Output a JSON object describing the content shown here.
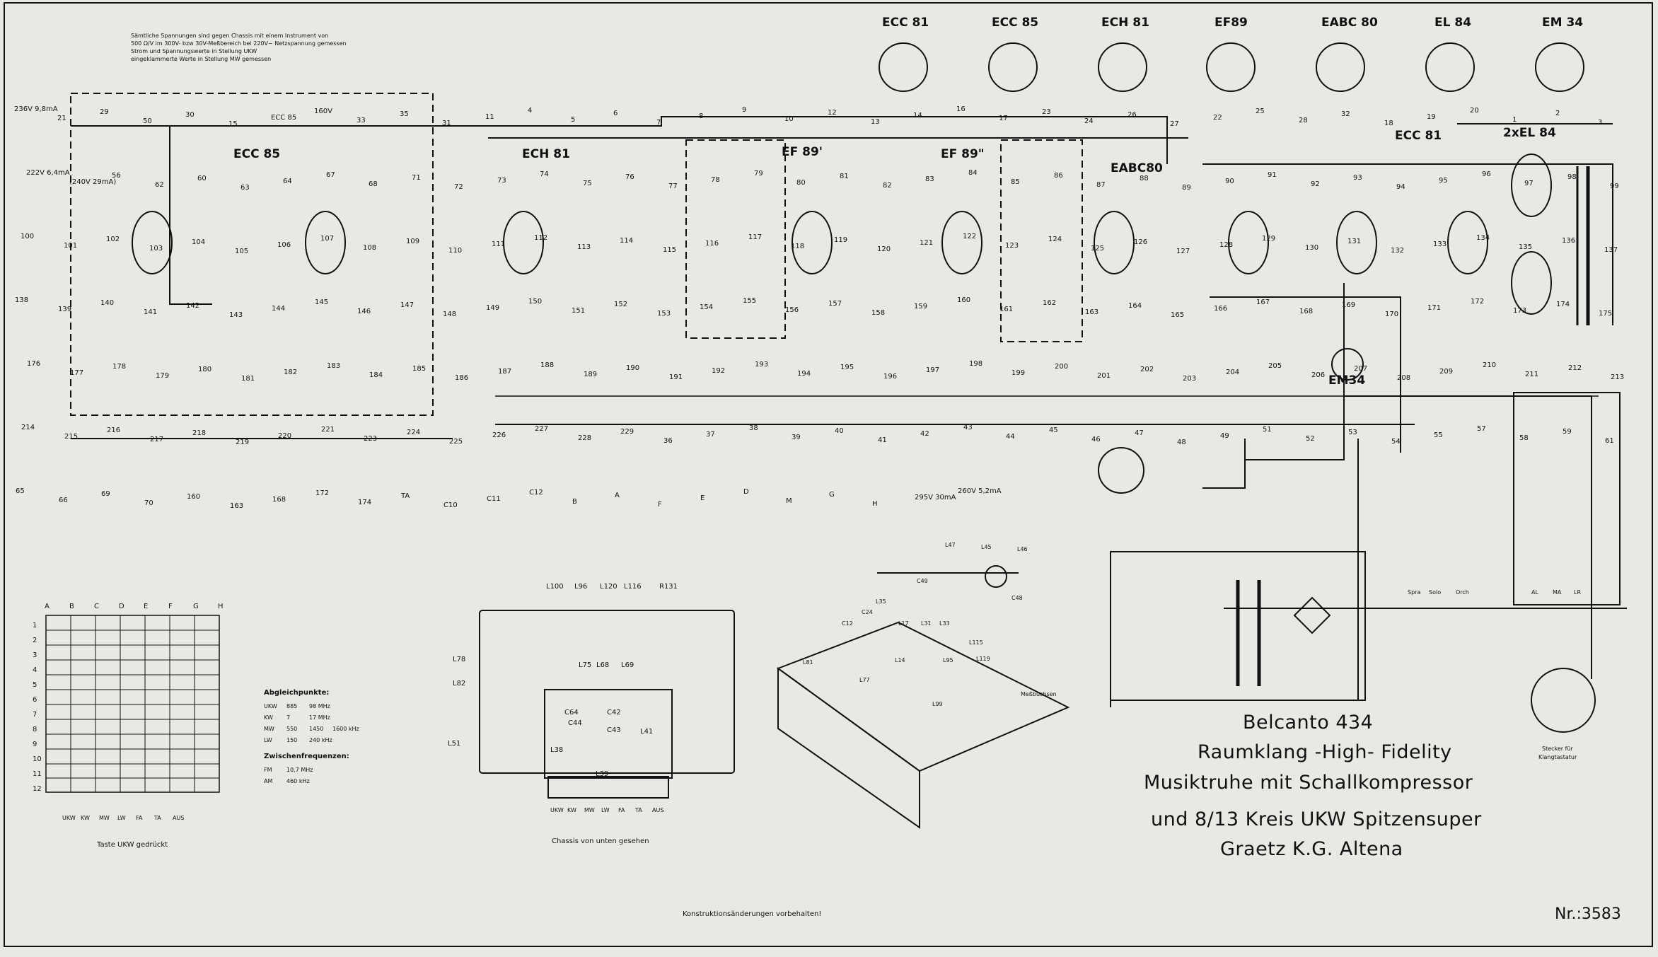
{
  "notes": {
    "line1": "Sämtliche Spannungen sind gegen Chassis mit einem Instrument von",
    "line2": "500 Ω/V im 300V- bzw 30V-Meßbereich bei 220V~ Netzspannung gemessen",
    "line3": "Strom und Spannungswerte in Stellung  UKW",
    "line4": "eingeklammerte Werte in Stellung  MW gemessen"
  },
  "tube_pinouts": [
    {
      "label": "ECC 81"
    },
    {
      "label": "ECC 85"
    },
    {
      "label": "ECH 81"
    },
    {
      "label": "EF89"
    },
    {
      "label": "EABC 80"
    },
    {
      "label": "EL 84"
    },
    {
      "label": "EM 34"
    }
  ],
  "stage_labels": {
    "ecc85": "ECC 85",
    "ech81": "ECH 81",
    "ef89a": "EF 89'",
    "ef89b": "EF 89\"",
    "eabc80": "EABC80",
    "ecc81": "ECC 81",
    "el84": "2xEL 84",
    "em34": "EM34"
  },
  "component_labels": [
    "236V 9,8mA",
    "21",
    "29",
    "50",
    "30",
    "15",
    "ECC 85",
    "160V",
    "33",
    "35",
    "31",
    "11",
    "4",
    "5",
    "6",
    "7",
    "8",
    "9",
    "10",
    "12",
    "13",
    "14",
    "16",
    "17",
    "23",
    "24",
    "26",
    "27",
    "22",
    "25",
    "28",
    "32",
    "18",
    "19",
    "20",
    "1",
    "2",
    "3",
    "222V 6,4mA",
    "(240V 29mA)",
    "56",
    "62",
    "60",
    "63",
    "64",
    "67",
    "68",
    "71",
    "72",
    "73",
    "74",
    "75",
    "76",
    "77",
    "78",
    "79",
    "80",
    "81",
    "82",
    "83",
    "84",
    "85",
    "86",
    "87",
    "88",
    "89",
    "90",
    "91",
    "92",
    "93",
    "94",
    "95",
    "96",
    "97",
    "98",
    "99",
    "100",
    "101",
    "102",
    "103",
    "104",
    "105",
    "106",
    "107",
    "108",
    "109",
    "110",
    "111",
    "112",
    "113",
    "114",
    "115",
    "116",
    "117",
    "118",
    "119",
    "120",
    "121",
    "122",
    "123",
    "124",
    "125",
    "126",
    "127",
    "128",
    "129",
    "130",
    "131",
    "132",
    "133",
    "134",
    "135",
    "136",
    "137",
    "138",
    "139",
    "140",
    "141",
    "142",
    "143",
    "144",
    "145",
    "146",
    "147",
    "148",
    "149",
    "150",
    "151",
    "152",
    "153",
    "154",
    "155",
    "156",
    "157",
    "158",
    "159",
    "160",
    "161",
    "162",
    "163",
    "164",
    "165",
    "166",
    "167",
    "168",
    "169",
    "170",
    "171",
    "172",
    "173",
    "174",
    "175",
    "176",
    "177",
    "178",
    "179",
    "180",
    "181",
    "182",
    "183",
    "184",
    "185",
    "186",
    "187",
    "188",
    "189",
    "190",
    "191",
    "192",
    "193",
    "194",
    "195",
    "196",
    "197",
    "198",
    "199",
    "200",
    "201",
    "202",
    "203",
    "204",
    "205",
    "206",
    "207",
    "208",
    "209",
    "210",
    "211",
    "212",
    "213",
    "214",
    "215",
    "216",
    "217",
    "218",
    "219",
    "220",
    "221",
    "223",
    "224",
    "225",
    "226",
    "227",
    "228",
    "229",
    "36",
    "37",
    "38",
    "39",
    "40",
    "41",
    "42",
    "43",
    "44",
    "45",
    "46",
    "47",
    "48",
    "49",
    "51",
    "52",
    "53",
    "54",
    "55",
    "57",
    "58",
    "59",
    "61",
    "65",
    "66",
    "69",
    "70",
    "160",
    "163",
    "168",
    "172",
    "174",
    "TA",
    "C10",
    "C11",
    "C12",
    "B",
    "A",
    "F",
    "E",
    "D",
    "M",
    "G",
    "H",
    "295V 30mA",
    "260V 5,2mA"
  ],
  "matrix": {
    "cols": [
      "A",
      "B",
      "C",
      "D",
      "E",
      "F",
      "G",
      "H"
    ],
    "rows": [
      "1",
      "2",
      "3",
      "4",
      "5",
      "6",
      "7",
      "8",
      "9",
      "10",
      "11",
      "12"
    ],
    "keys": [
      "UKW",
      "KW",
      "MW",
      "LW",
      "FA",
      "TA",
      "AUS"
    ],
    "caption": "Taste UKW gedrückt"
  },
  "alignment": {
    "title": "Abgleichpunkte:",
    "rows": [
      [
        "UKW",
        "885",
        "98 MHz"
      ],
      [
        "KW",
        "7",
        "17 MHz"
      ],
      [
        "MW",
        "550",
        "1450",
        "1600 kHz"
      ],
      [
        "LW",
        "150",
        "240 kHz"
      ]
    ],
    "if_title": "Zwischenfrequenzen:",
    "if_rows": [
      [
        "FM",
        "10,7 MHz"
      ],
      [
        "AM",
        "460 kHz"
      ]
    ]
  },
  "chassis_bottom": {
    "labels": [
      "L100",
      "L96",
      "L120",
      "L116",
      "R131",
      "L78",
      "L82",
      "L51",
      "L75",
      "L68",
      "L69",
      "C64",
      "C44",
      "C42",
      "C43",
      "L41",
      "L38",
      "L39"
    ],
    "keys": [
      "UKW",
      "KW",
      "MW",
      "LW",
      "FA",
      "TA",
      "AUS"
    ],
    "caption": "Chassis von unten gesehen"
  },
  "chassis_iso": {
    "labels": [
      "L47",
      "L45",
      "L46",
      "C49",
      "C48",
      "L35",
      "C24",
      "C12",
      "L17",
      "L31",
      "L33",
      "L14",
      "L81",
      "L77",
      "L95",
      "L99",
      "L115",
      "L119",
      "Meßbuchsen"
    ]
  },
  "speaker_switches": [
    "Spra",
    "Solo",
    "Orch",
    "AL",
    "MA",
    "LR"
  ],
  "plug_caption": [
    "Stecker für",
    "Klangtastatur"
  ],
  "title_block": {
    "line1": "Belcanto 434",
    "line2": "Raumklang -High- Fidelity",
    "line3": "Musiktruhe mit Schallkompressor",
    "line4": "und 8/13 Kreis UKW Spitzensuper",
    "line5": "Graetz K.G. Altena"
  },
  "footer": "Konstruktionsänderungen vorbehalten!",
  "drawing_number": "Nr.:3583",
  "colors": {
    "paper": "#e8e9e5",
    "ink": "#111111"
  }
}
